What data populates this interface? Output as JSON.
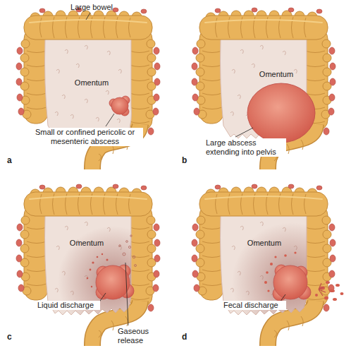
{
  "diagram": {
    "labels": [
      "Large bowel",
      "Omentum",
      "Small or confined pericolic or mesenteric abscess",
      "Omentum",
      "Large abscess extending into pelvis",
      "Omentum",
      "Liquid discharge",
      "Gaseous release",
      "Omentum",
      "Fecal discharge",
      "a",
      "b",
      "c",
      "d"
    ]
  }
}
